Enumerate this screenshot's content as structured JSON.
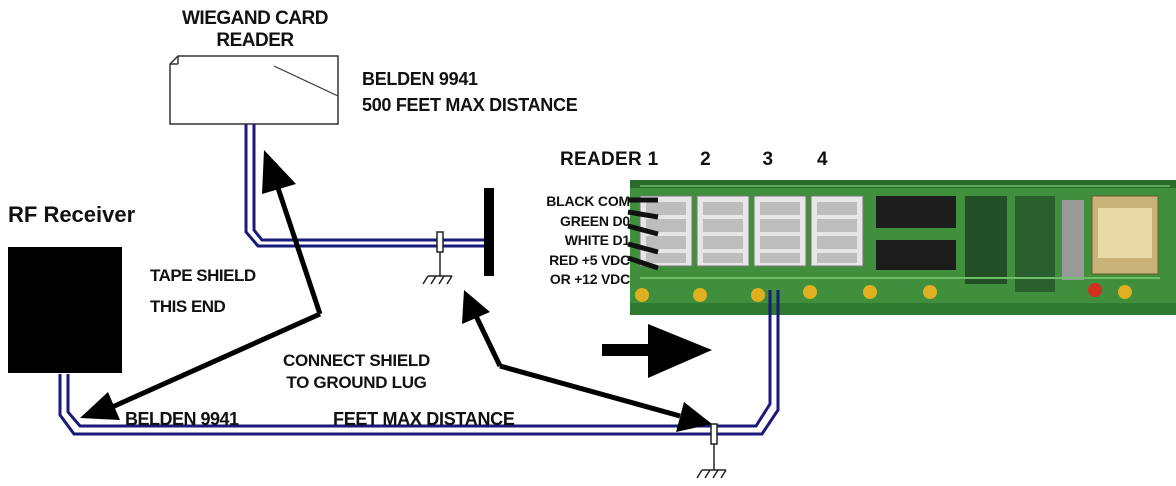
{
  "card_reader": {
    "line1": "WIEGAND CARD",
    "line2": "READER"
  },
  "top_cable": {
    "line1": "BELDEN 9941",
    "line2": "500 FEET MAX DISTANCE"
  },
  "reader_header": {
    "label": "READER 1",
    "n2": "2",
    "n3": "3",
    "n4": "4"
  },
  "rf_receiver": {
    "label": "RF Receiver"
  },
  "tape_shield": {
    "line1": "TAPE SHIELD",
    "line2": "THIS END"
  },
  "connect_shield": {
    "line1": "CONNECT SHIELD",
    "line2": "TO GROUND LUG"
  },
  "bottom_cable": {
    "label": "BELDEN 9941",
    "distance": "FEET MAX DISTANCE"
  },
  "wire_labels": {
    "black": "BLACK  COM",
    "green": "GREEN  D0",
    "white": "WHITE  D1",
    "red": "RED  +5 VDC",
    "red_alt": "OR  +12 VDC"
  },
  "colors": {
    "cable": "#1a1a7a",
    "board": "#3a8a3a",
    "board_dark": "#1e5a22",
    "arrow": "#000000"
  }
}
